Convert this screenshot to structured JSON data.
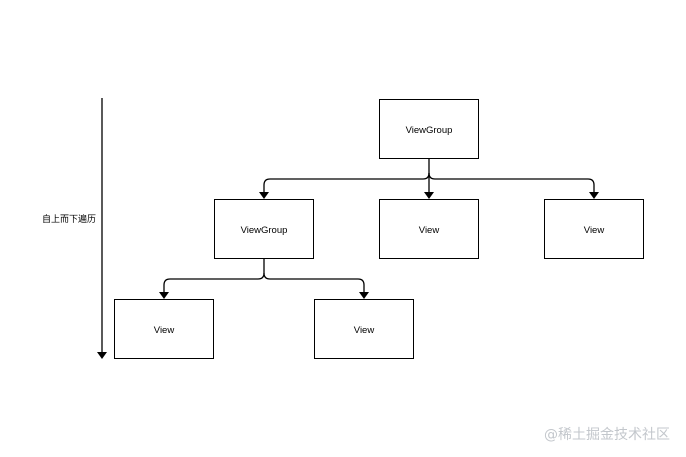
{
  "diagram": {
    "axis_label": "自上而下遍历",
    "nodes": [
      {
        "id": "root",
        "label": "ViewGroup"
      },
      {
        "id": "vg1",
        "label": "ViewGroup"
      },
      {
        "id": "v1",
        "label": "View"
      },
      {
        "id": "v2",
        "label": "View"
      },
      {
        "id": "v3",
        "label": "View"
      },
      {
        "id": "v4",
        "label": "View"
      }
    ],
    "edges": [
      {
        "from": "root",
        "to": "vg1"
      },
      {
        "from": "root",
        "to": "v1"
      },
      {
        "from": "root",
        "to": "v2"
      },
      {
        "from": "vg1",
        "to": "v3"
      },
      {
        "from": "vg1",
        "to": "v4"
      }
    ]
  },
  "watermark": "@稀土掘金技术社区",
  "colors": {
    "stroke": "#000000",
    "background": "#ffffff",
    "watermark": "#c3c7cc"
  }
}
